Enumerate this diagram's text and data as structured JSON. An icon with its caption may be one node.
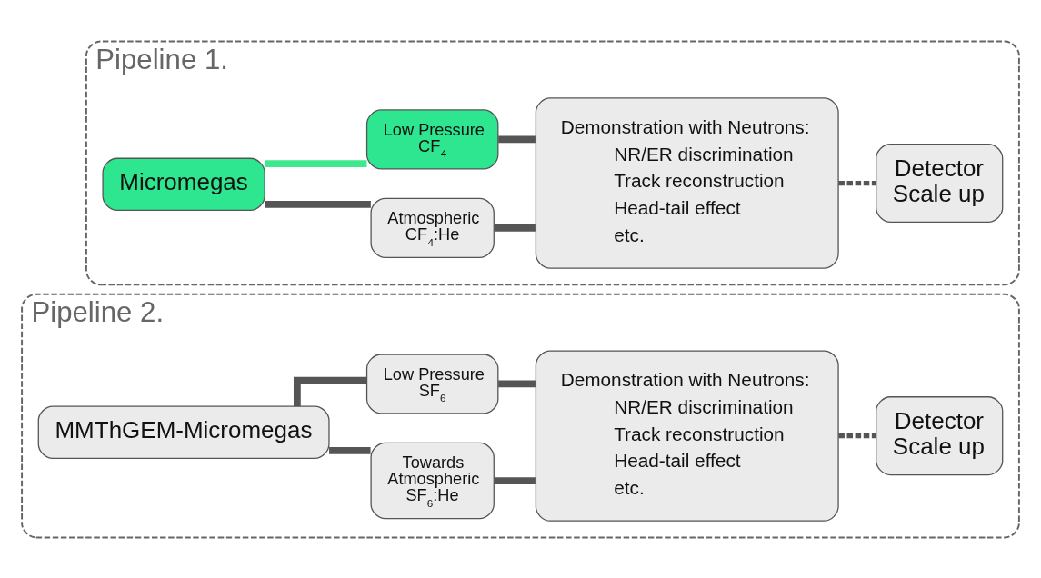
{
  "diagram": {
    "nodes": [
      {
        "text": [
          "Pipeline 1."
        ]
      },
      {
        "text": [
          "Micromegas"
        ],
        "in": 0
      },
      {
        "text": [
          "Low Pressure CF$_{4}$"
        ],
        "in": 0
      },
      {
        "text": [
          "Atmospheric CF$_{4}$:He"
        ],
        "in": 0
      },
      {
        "text": [
          "Demonstration with Neutrons:",
          "NR/ER discrimination",
          "Track reconstruction",
          "Head-tail effect",
          "etc."
        ],
        "in": 0
      },
      {
        "text": [
          "Detector Scale up"
        ],
        "in": 0
      },
      {
        "text": [
          "Pipeline 2."
        ]
      },
      {
        "text": [
          "MMThGEM-Micromegas"
        ],
        "in": 6
      },
      {
        "text": [
          "Low Pressure SF$_{6}$"
        ],
        "in": 6
      },
      {
        "text": [
          "Towards Atmospheric SF$_{6}$:He"
        ],
        "in": 6
      },
      {
        "text": [
          "Demonstration with Neutrons:",
          "NR/ER discrimination",
          "Track reconstruction",
          "Head-tail effect",
          "etc."
        ],
        "in": 6
      },
      {
        "text": [
          "Detector Scale up"
        ],
        "in": 6
      }
    ],
    "edges": [
      {
        "from": 1,
        "to": 2,
        "arrow": "none",
        "color": "#3ee88f"
      },
      {
        "from": 1,
        "to": 3,
        "arrow": "none"
      },
      {
        "from": 2,
        "to": 4,
        "arrow": "none"
      },
      {
        "from": 3,
        "to": 4,
        "arrow": "none"
      },
      {
        "from": 4,
        "to": 5,
        "arrow": "none",
        "style": "dashed"
      },
      {
        "from": 7,
        "to": 8,
        "arrow": "none"
      },
      {
        "from": 7,
        "to": 9,
        "arrow": "none"
      },
      {
        "from": 8,
        "to": 10,
        "arrow": "none"
      },
      {
        "from": 9,
        "to": 10,
        "arrow": "none"
      },
      {
        "from": 10,
        "to": 11,
        "arrow": "none",
        "style": "dashed"
      }
    ]
  }
}
